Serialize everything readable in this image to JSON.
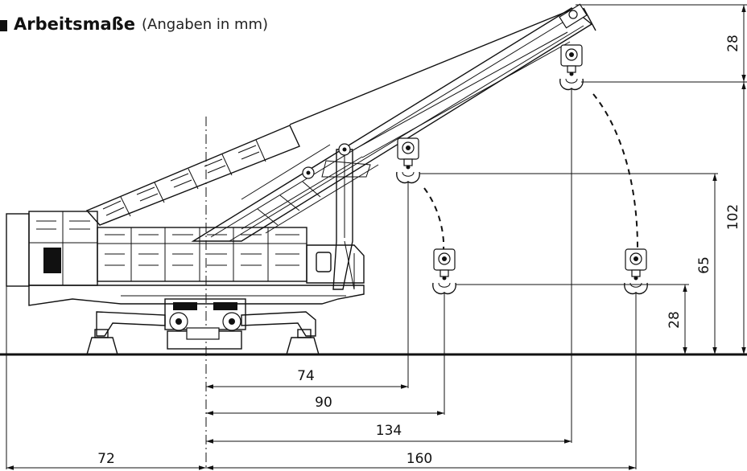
{
  "title": {
    "main": "Arbeitsmaße",
    "sub": "(Angaben in mm)"
  },
  "dimensions": {
    "horizontal": [
      "74",
      "90",
      "134",
      "160",
      "72"
    ],
    "vertical": [
      "28",
      "102",
      "65",
      "28"
    ]
  }
}
